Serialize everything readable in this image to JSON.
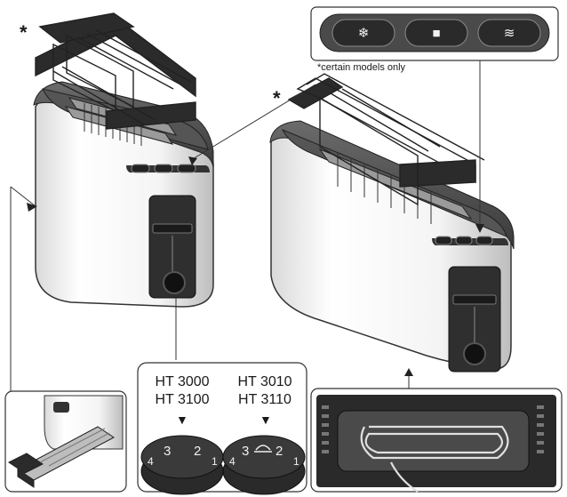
{
  "asterisk_mark": "*",
  "button_strip": {
    "note": "*certain models only",
    "buttons": [
      {
        "icon": "snowflake-icon",
        "glyph": "❄"
      },
      {
        "icon": "stop-icon",
        "glyph": "■"
      },
      {
        "icon": "heat-waves-icon",
        "glyph": "≋"
      }
    ]
  },
  "dial_panel": {
    "left_models": [
      "HT 3000",
      "HT 3100"
    ],
    "right_models": [
      "HT 3010",
      "HT 3110"
    ],
    "left_dial_numbers": [
      "4",
      "3",
      "2",
      "1"
    ],
    "right_dial_numbers": [
      "4",
      "3",
      "2",
      "1"
    ],
    "pointer_glyph": "▼"
  }
}
